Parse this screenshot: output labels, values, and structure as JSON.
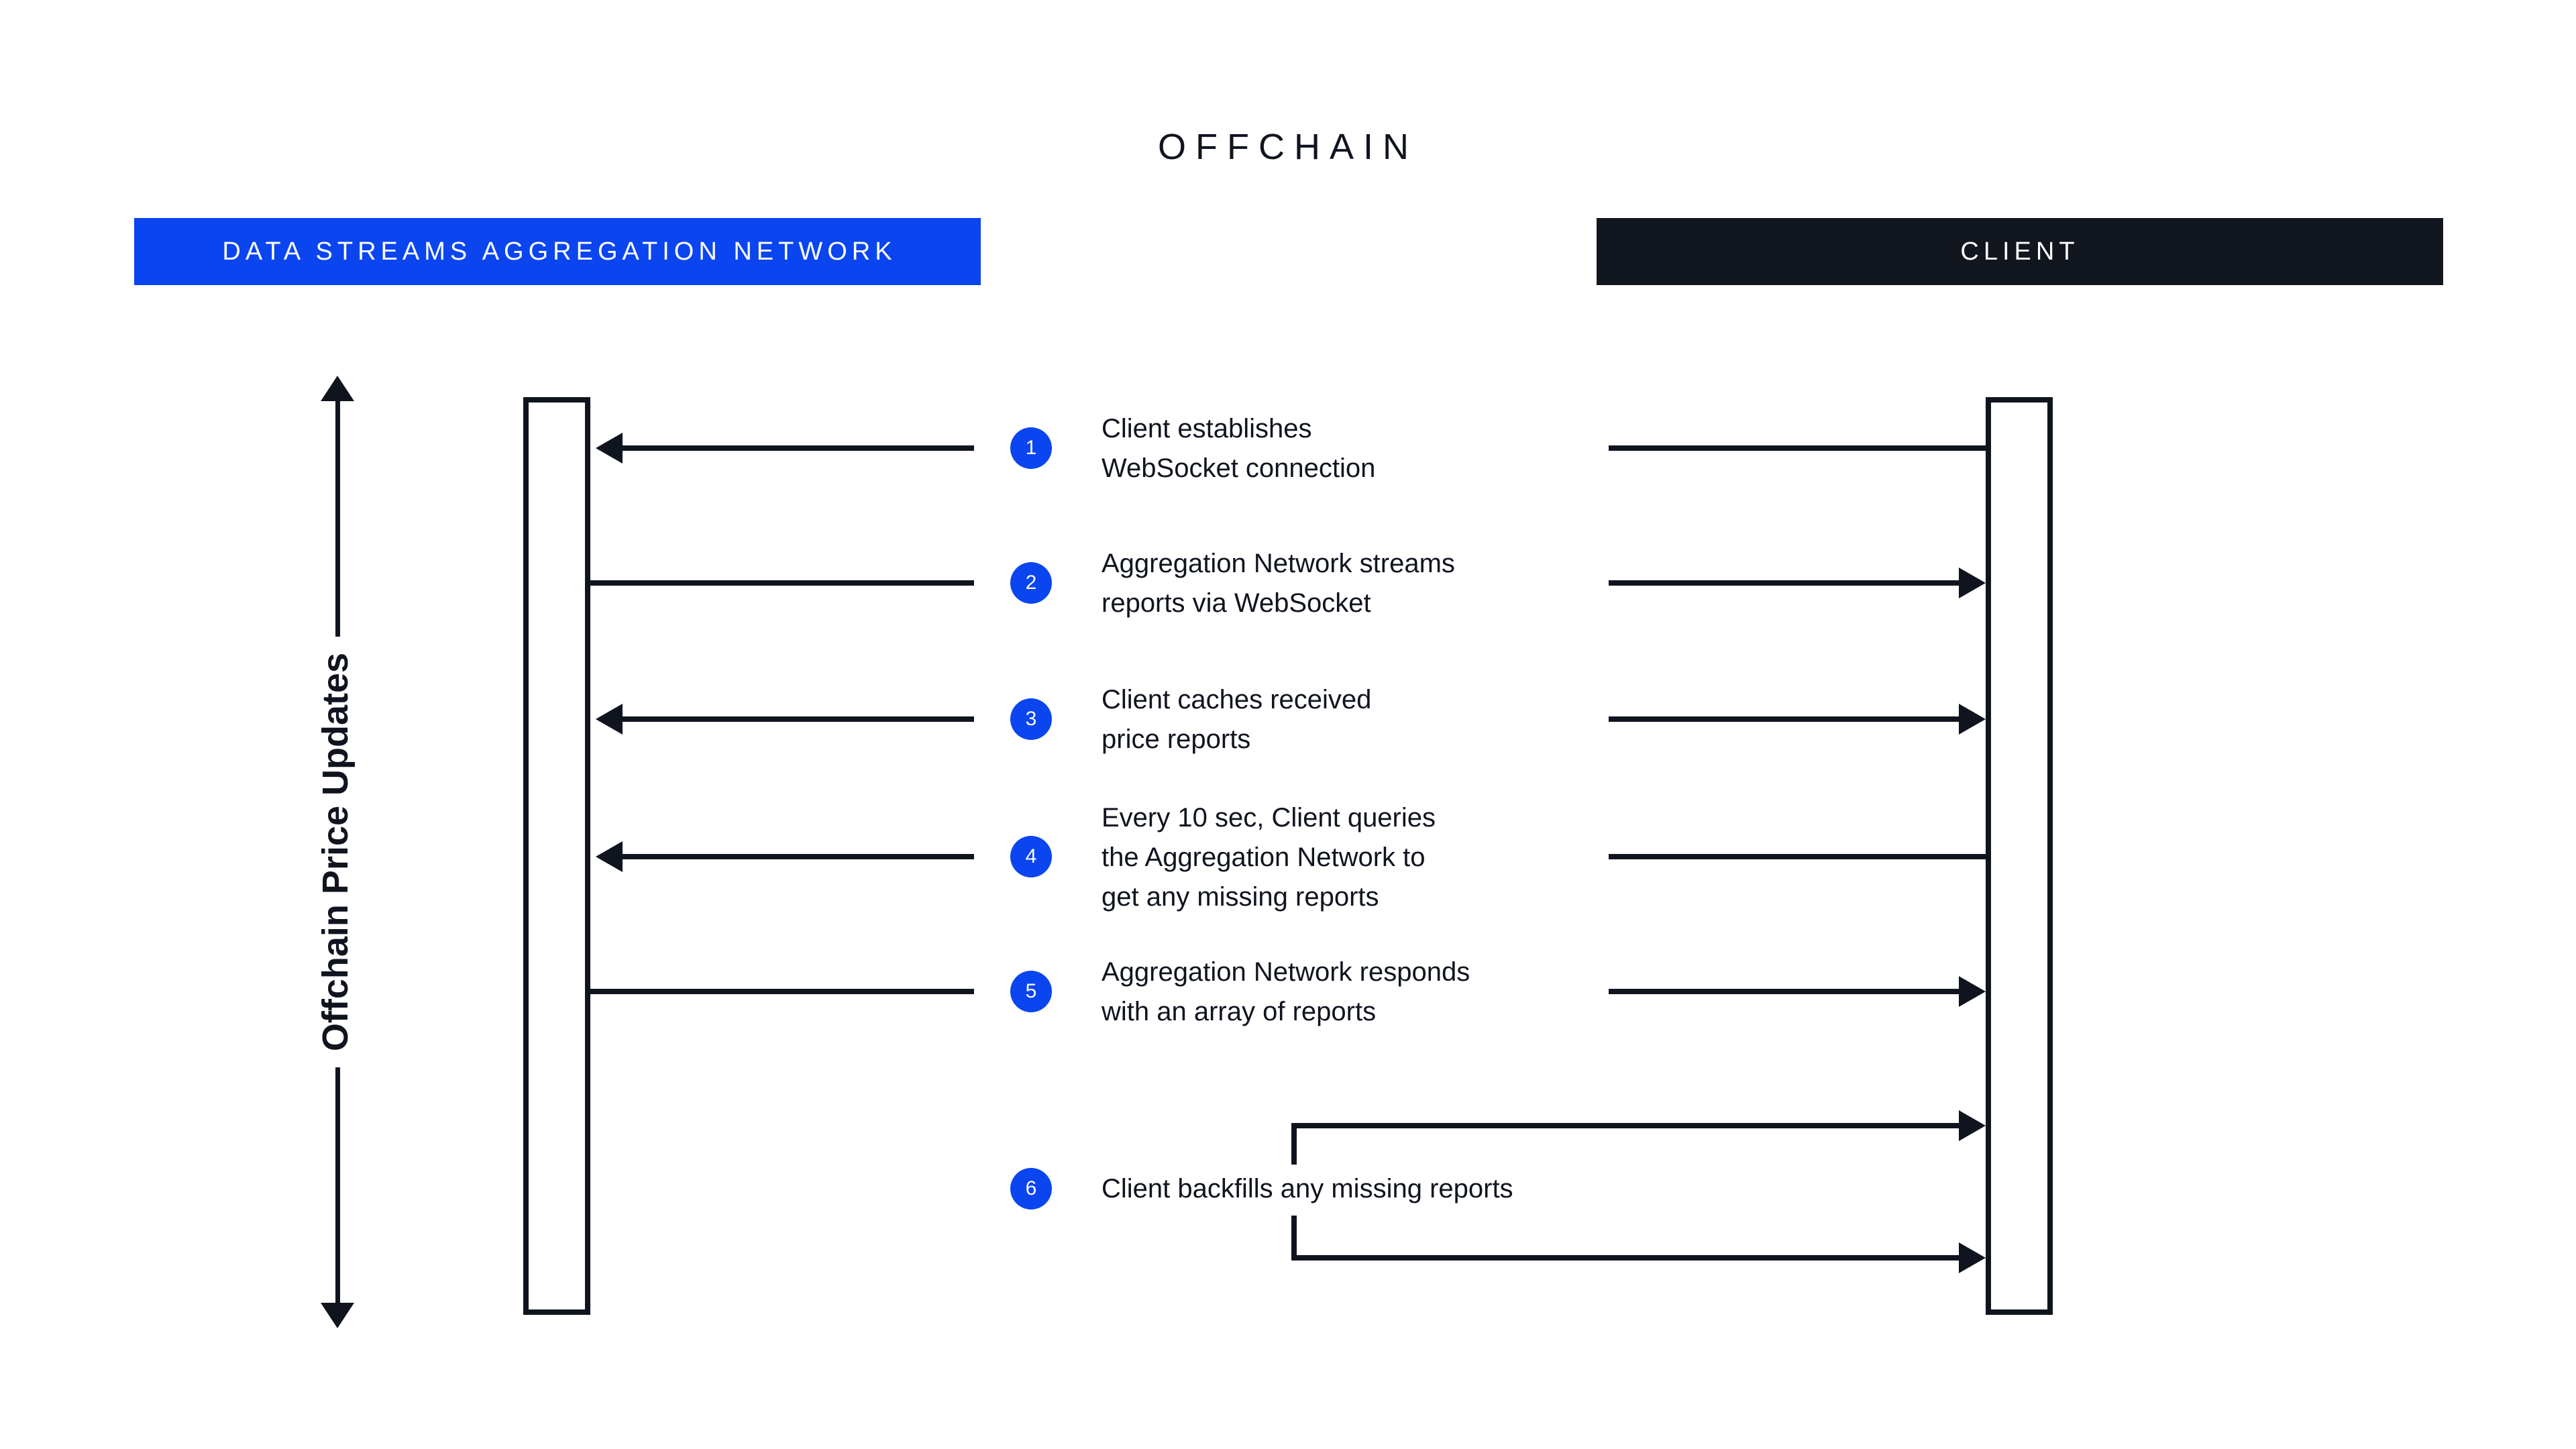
{
  "diagram": {
    "title": "OFFCHAIN",
    "axis_label": "Offchain Price Updates",
    "colors": {
      "accent_blue": "#0b45f0",
      "header_dark": "#12161f",
      "ink": "#10141f",
      "background": "#ffffff"
    },
    "lanes": [
      {
        "id": "aggregation-network",
        "label": "DATA STREAMS AGGREGATION NETWORK",
        "header_color": "#0b45f0"
      },
      {
        "id": "client",
        "label": "CLIENT",
        "header_color": "#12161f"
      }
    ],
    "steps": [
      {
        "number": "1",
        "text": "Client establishes\nWebSocket connection"
      },
      {
        "number": "2",
        "text": "Aggregation Network streams\nreports via WebSocket"
      },
      {
        "number": "3",
        "text": "Client caches received\nprice reports"
      },
      {
        "number": "4",
        "text": "Every 10 sec, Client queries\nthe Aggregation Network to\nget any missing reports"
      },
      {
        "number": "5",
        "text": "Aggregation Network responds\nwith an array of reports"
      },
      {
        "number": "6",
        "text": "Client backfills any missing reports"
      }
    ]
  }
}
